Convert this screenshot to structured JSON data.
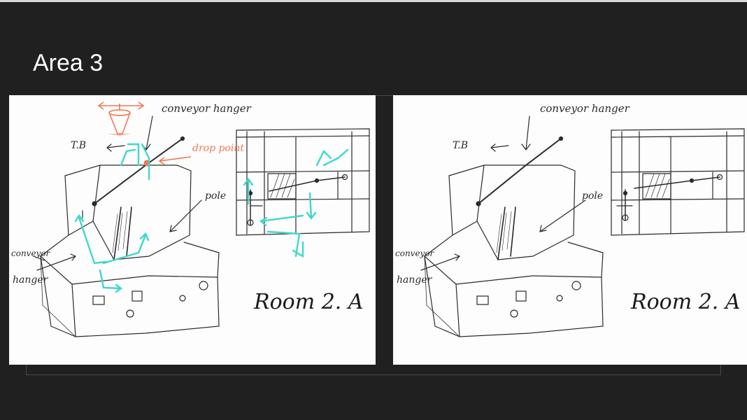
{
  "slide": {
    "title": "Area 3"
  },
  "sketch_annotated": {
    "label_conveyor_top": "conveyor hanger",
    "label_tob": "T.B",
    "label_drop_point": "drop point",
    "label_pole": "pole",
    "label_conveyor_left_1": "conveyor",
    "label_conveyor_left_2": "hanger",
    "label_room": "Room 2. A",
    "colors": {
      "pencil": "#2a2a2a",
      "accent_orange": "#f07850",
      "accent_cyan": "#3ed8cc"
    }
  },
  "sketch_plain": {
    "label_conveyor_top": "conveyor hanger",
    "label_tob": "T.B",
    "label_pole": "pole",
    "label_conveyor_left_1": "conveyor",
    "label_conveyor_left_2": "hanger",
    "label_room": "Room 2. A"
  }
}
